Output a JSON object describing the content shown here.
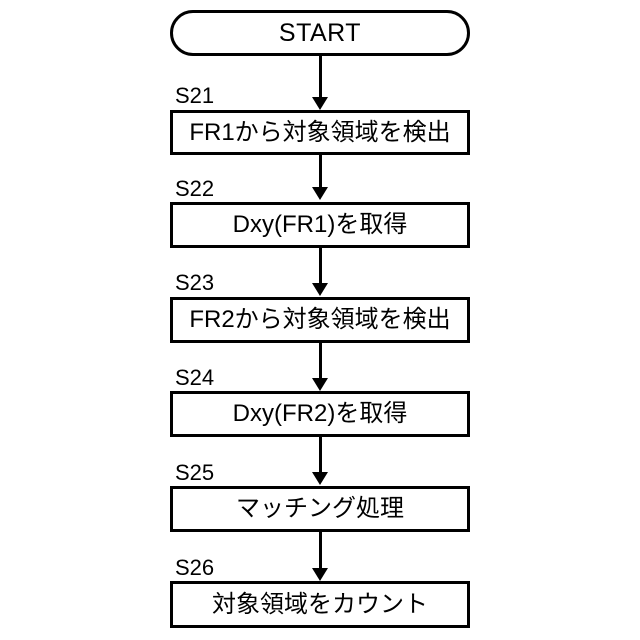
{
  "diagram": {
    "type": "flowchart",
    "orientation": "vertical",
    "background_color": "#ffffff",
    "stroke_color": "#000000",
    "start": {
      "shape": "terminator",
      "label": "START"
    },
    "steps": [
      {
        "tag": "S21",
        "label": "FR1から対象領域を検出"
      },
      {
        "tag": "S22",
        "label": "Dxy(FR1)を取得"
      },
      {
        "tag": "S23",
        "label": "FR2から対象領域を検出"
      },
      {
        "tag": "S24",
        "label": "Dxy(FR2)を取得"
      },
      {
        "tag": "S25",
        "label": "マッチング処理"
      },
      {
        "tag": "S26",
        "label": "対象領域をカウント"
      }
    ]
  }
}
